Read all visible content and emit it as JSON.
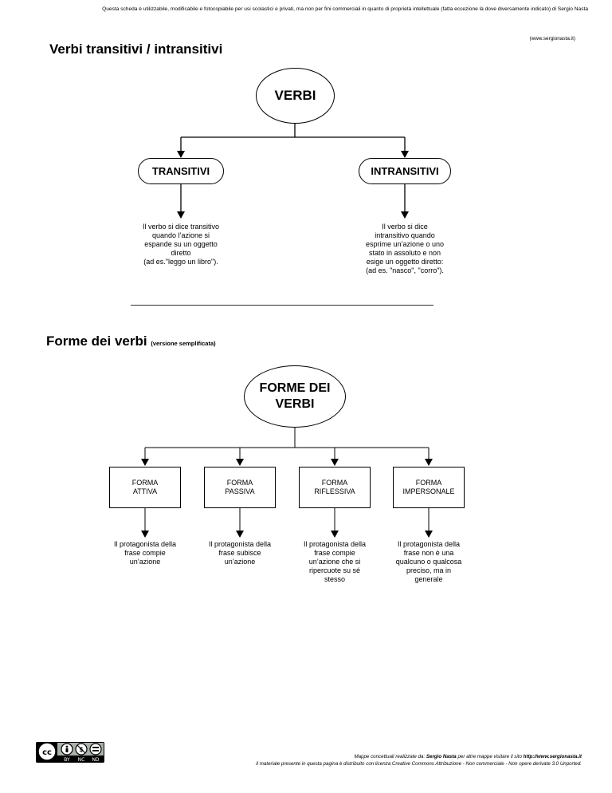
{
  "header": {
    "note": "Questa scheda è utilizzabile, modificabile e fotocopiabile per usi scolastici e privati, ma non per fini commerciali in quanto di proprietà intellettuale (fatta eccezione là dove diversamente indicato) di Sergio Nasta",
    "url": "(www.sergionasta.it)"
  },
  "section1": {
    "title": "Verbi transitivi / intransitivi",
    "root": "VERBI",
    "nodes": [
      {
        "label": "TRANSITIVI",
        "desc": "Il verbo si dice transitivo\nquando l’azione si\nespande su un oggetto\ndiretto\n(ad es.\"leggo un libro\")."
      },
      {
        "label": "INTRANSITIVI",
        "desc": "Il verbo si dice\nintransitivo quando\nesprime un’azione o uno\nstato in assoluto e non\nesige un oggetto diretto:\n(ad es. \"nasco\", \"corro\")."
      }
    ]
  },
  "section2": {
    "title": "Forme dei verbi",
    "subtitle": "(versione semplificata)",
    "root_line1": "FORME DEI",
    "root_line2": "VERBI",
    "nodes": [
      {
        "label_line1": "FORMA",
        "label_line2": "ATTIVA",
        "desc": "Il protagonista della\nfrase compie\nun’azione"
      },
      {
        "label_line1": "FORMA",
        "label_line2": "PASSIVA",
        "desc": "Il protagonista della\nfrase subisce\nun’azione"
      },
      {
        "label_line1": "FORMA",
        "label_line2": "RIFLESSIVA",
        "desc": "Il protagonista della\nfrase compie\nun’azione che si\nripercuote su sé\nstesso"
      },
      {
        "label_line1": "FORMA",
        "label_line2": "IMPERSONALE",
        "desc": "Il protagonista della\nfrase non è una\nqualcuno o qualcosa\npreciso, ma in\ngenerale"
      }
    ]
  },
  "license": {
    "badge": "cc",
    "icons": [
      "by-icon",
      "nc-icon",
      "nd-icon"
    ],
    "labels": [
      "BY",
      "NC",
      "ND"
    ]
  },
  "footer": {
    "line1_prefix": "Mappe concettuali realizzate da: ",
    "line1_author": "Sergio Nasta",
    "line1_mid": " per altre mappe visitare il sito ",
    "line1_site": "http://www.sergionasta.it",
    "line2": "il materiale presente in questa pagina è distribuito con licenza Creative Commons Attribuzione - Non commerciale - Non opere derivate 3.0 Unported."
  }
}
